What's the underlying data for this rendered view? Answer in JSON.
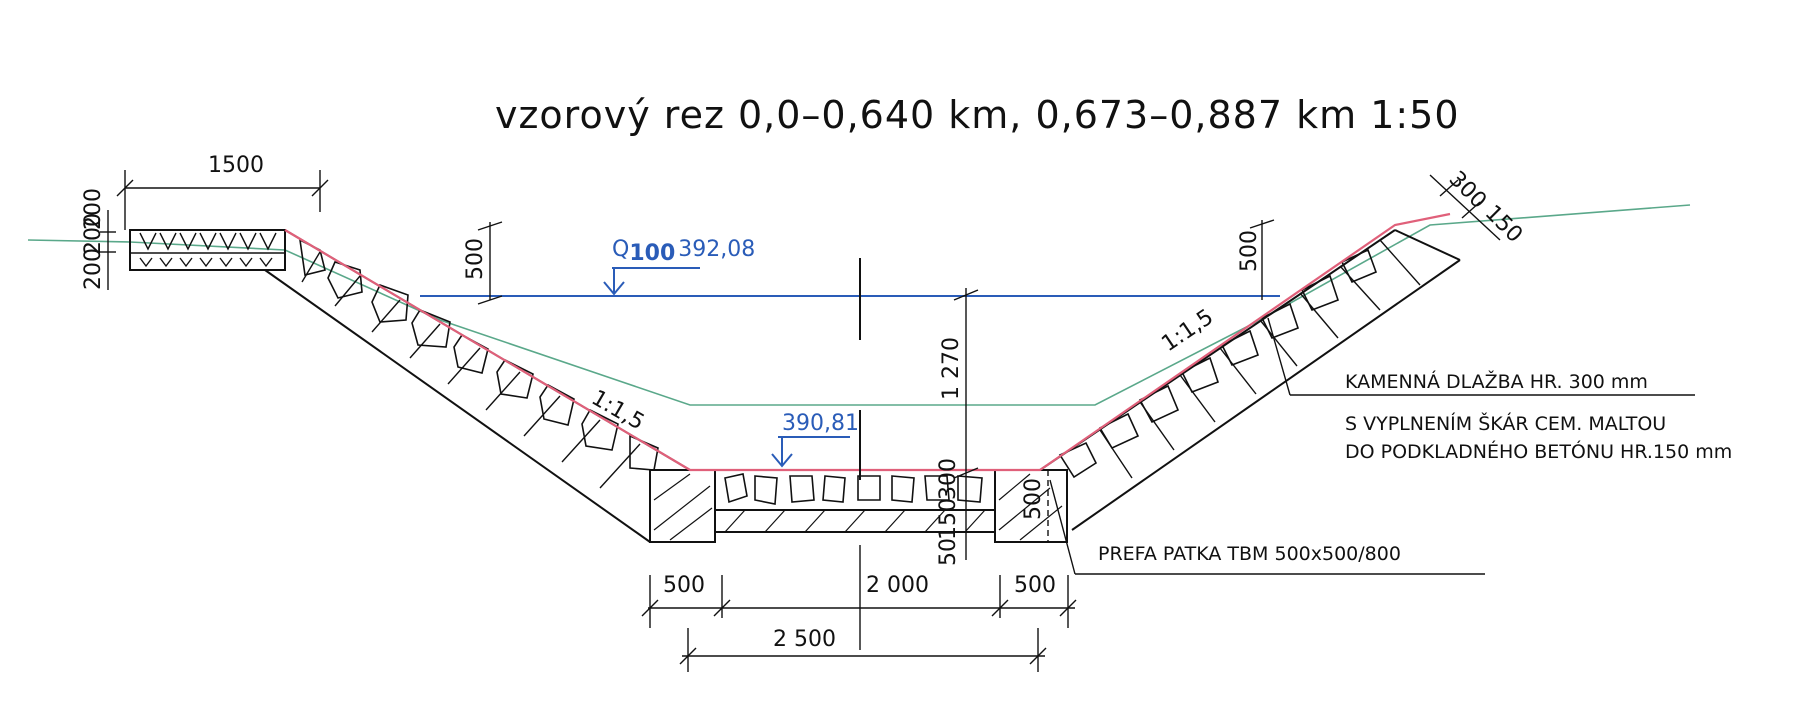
{
  "title": "vzorový rez 0,0–0,640 km, 0,673–0,887 km 1:50",
  "water": {
    "q100_label": "Q",
    "q100_sub": "100",
    "q100_level": "392,08",
    "bottom_level": "390,81"
  },
  "slopes": {
    "left": "1:1,5",
    "right": "1:1,5"
  },
  "dimensions": {
    "berm_width": "1500",
    "berm_h1": "200",
    "berm_h2": "200",
    "berm_h3": "200",
    "freeboard_left": "500",
    "freeboard_right": "500",
    "depth": "1 270",
    "top_300": "300",
    "top_150": "150",
    "mid_150": "150",
    "mid_300": "300",
    "foot_50": "50",
    "patka_500_right": "500",
    "bottom_left_500": "500",
    "bottom_2000": "2 000",
    "bottom_right_500": "500",
    "bottom_2500": "2 500"
  },
  "notes": {
    "line1": "KAMENNÁ DLAŽBA HR. 300 mm",
    "line2": "S VYPLNENÍM ŠKÁR CEM. MALTOU",
    "line3": "DO PODKLADNÉHO BETÓNU HR.150 mm",
    "patka": "PREFA PATKA TBM 500x500/800"
  },
  "colors": {
    "water": "#2a5cb8",
    "terrain": "#5aa88a",
    "design_line": "#e0607a"
  }
}
